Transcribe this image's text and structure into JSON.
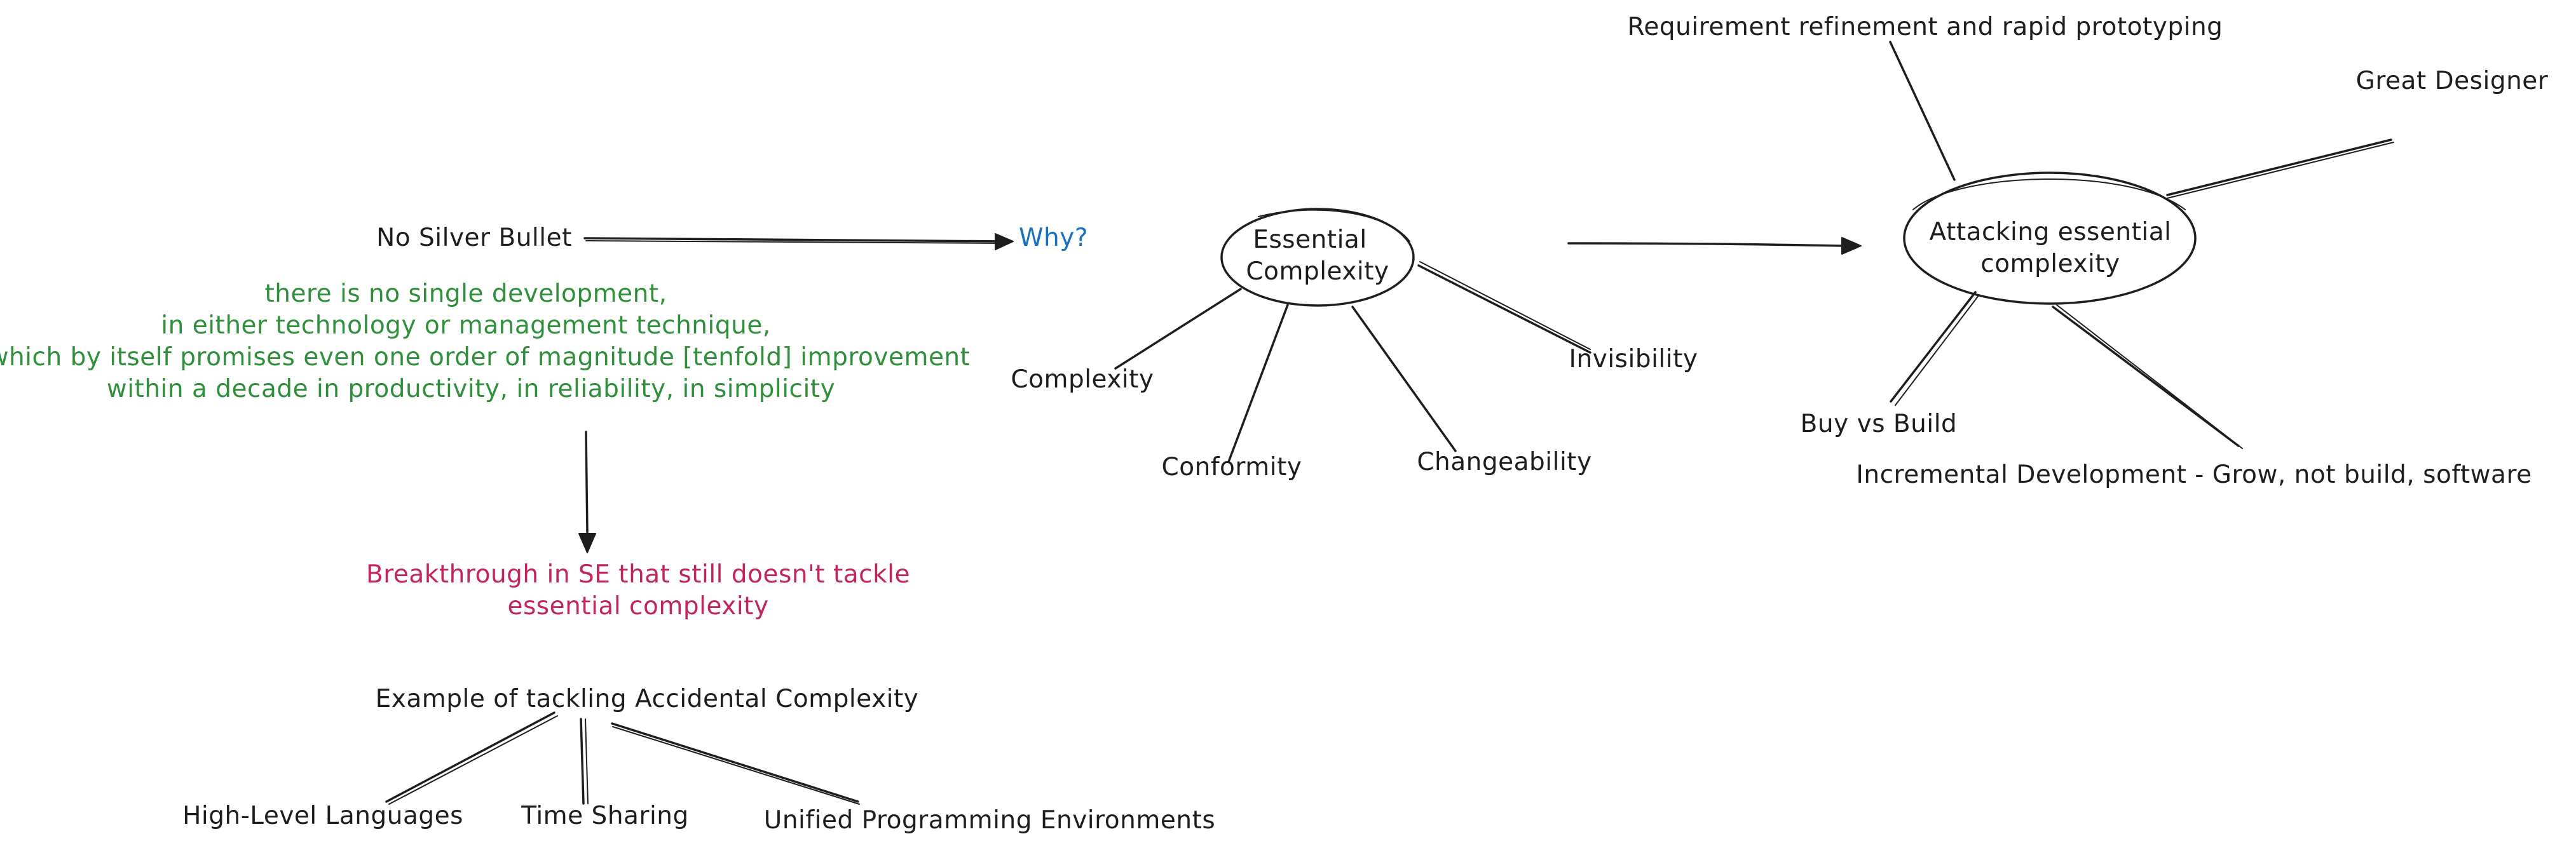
{
  "colors": {
    "ink": "#1e1e1e",
    "green": "#2f8f3a",
    "blue": "#1971c2",
    "red": "#c2255c",
    "background": "#ffffff"
  },
  "nodes": {
    "no_silver_bullet": "No Silver Bullet",
    "quote": [
      "there is no single development,",
      "in either technology or management technique,",
      "which by itself promises even one order of magnitude [tenfold] improvement",
      "within a decade in productivity, in reliability, in simplicity"
    ],
    "why": "Why?",
    "breakthrough": [
      "Breakthrough in SE that still doesn't tackle",
      "essential complexity"
    ],
    "accidental_example": "Example of tackling Accidental Complexity",
    "accidental_children": [
      "High-Level Languages",
      "Time Sharing",
      "Unified Programming Environments"
    ],
    "essential_complexity": [
      "Essential",
      "Complexity"
    ],
    "essential_children": [
      "Complexity",
      "Conformity",
      "Changeability",
      "Invisibility"
    ],
    "attacking": [
      "Attacking essential",
      "complexity"
    ],
    "attacking_children": [
      "Requirement refinement and rapid prototyping",
      "Great Designer",
      "Buy vs Build",
      "Incremental Development - Grow, not build, software"
    ]
  }
}
